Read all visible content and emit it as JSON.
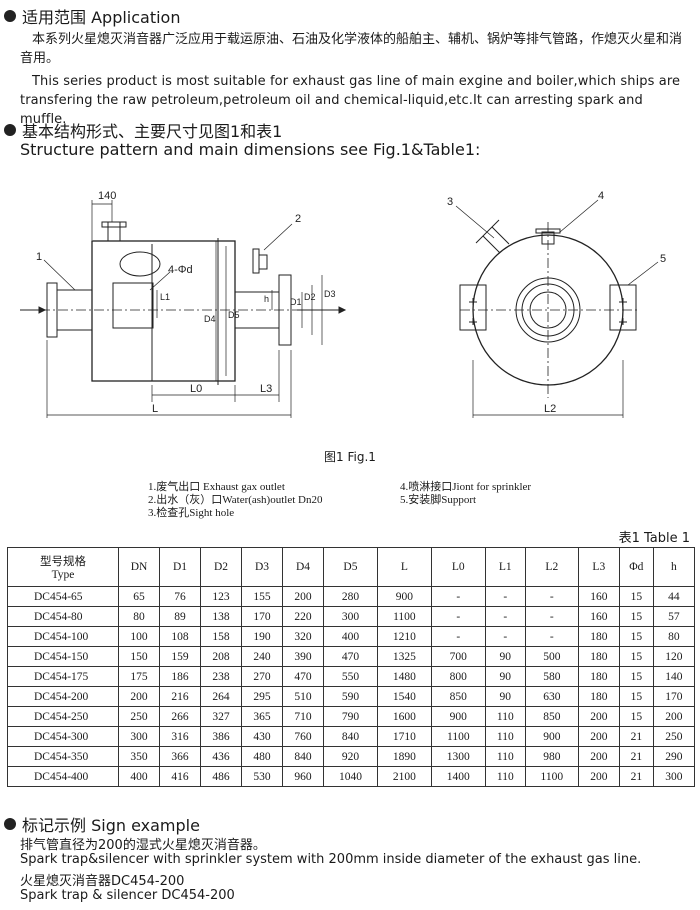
{
  "application": {
    "title": "适用范围 Application",
    "cn_text": "本系列火星熄灭消音器广泛应用于载运原油、石油及化学液体的船舶主、辅机、锅炉等排气管路，作熄灭火星和消音用。",
    "en_text": "This series product is most suitable for exhaust gas line of main exgine and boiler,which ships are transfering the raw petroleum,petroleum oil and chemical-liquid,etc.It can arresting spark and muffle."
  },
  "structure": {
    "title": "基本结构形式、主要尺寸见图1和表1",
    "subtitle_en": "Structure pattern and main dimensions see Fig.1&Table1:"
  },
  "figure": {
    "labels": {
      "dim_140": "140",
      "num1": "1",
      "num2": "2",
      "num3": "3",
      "num4": "4",
      "num5": "5",
      "holes": "4-Φd",
      "L1": "L1",
      "D4": "D4",
      "D5": "D5",
      "h": "h",
      "D1": "D1",
      "D2": "D2",
      "D3": "D3",
      "L0": "L0",
      "L3": "L3",
      "L": "L",
      "L2": "L2"
    },
    "caption": "图1 Fig.1",
    "legend": [
      "1.废气出口 Exhaust gax outlet",
      "2.出水（灰）口Water(ash)outlet Dn20",
      "3.检查孔Sight hole",
      "4.喷淋接口Jiont for sprinkler",
      "5.安装脚Support"
    ]
  },
  "table": {
    "title": "表1  Table 1",
    "header_cn": "型号规格",
    "header_en": "Type",
    "columns": [
      "DN",
      "D1",
      "D2",
      "D3",
      "D4",
      "D5",
      "L",
      "L0",
      "L1",
      "L2",
      "L3",
      "Φd",
      "h"
    ],
    "rows": [
      [
        "DC454-65",
        "65",
        "76",
        "123",
        "155",
        "200",
        "280",
        "900",
        "-",
        "-",
        "-",
        "160",
        "15",
        "44"
      ],
      [
        "DC454-80",
        "80",
        "89",
        "138",
        "170",
        "220",
        "300",
        "1100",
        "-",
        "-",
        "-",
        "160",
        "15",
        "57"
      ],
      [
        "DC454-100",
        "100",
        "108",
        "158",
        "190",
        "320",
        "400",
        "1210",
        "-",
        "-",
        "-",
        "180",
        "15",
        "80"
      ],
      [
        "DC454-150",
        "150",
        "159",
        "208",
        "240",
        "390",
        "470",
        "1325",
        "700",
        "90",
        "500",
        "180",
        "15",
        "120"
      ],
      [
        "DC454-175",
        "175",
        "186",
        "238",
        "270",
        "470",
        "550",
        "1480",
        "800",
        "90",
        "580",
        "180",
        "15",
        "140"
      ],
      [
        "DC454-200",
        "200",
        "216",
        "264",
        "295",
        "510",
        "590",
        "1540",
        "850",
        "90",
        "630",
        "180",
        "15",
        "170"
      ],
      [
        "DC454-250",
        "250",
        "266",
        "327",
        "365",
        "710",
        "790",
        "1600",
        "900",
        "110",
        "850",
        "200",
        "15",
        "200"
      ],
      [
        "DC454-300",
        "300",
        "316",
        "386",
        "430",
        "760",
        "840",
        "1710",
        "1100",
        "110",
        "900",
        "200",
        "21",
        "250"
      ],
      [
        "DC454-350",
        "350",
        "366",
        "436",
        "480",
        "840",
        "920",
        "1890",
        "1300",
        "110",
        "980",
        "200",
        "21",
        "290"
      ],
      [
        "DC454-400",
        "400",
        "416",
        "486",
        "530",
        "960",
        "1040",
        "2100",
        "1400",
        "110",
        "1100",
        "200",
        "21",
        "300"
      ]
    ]
  },
  "sign": {
    "title": "标记示例 Sign example",
    "lines": [
      "排气管直径为200的湿式火星熄灭消音器。",
      "Spark trap&silencer with sprinkler system with 200mm inside diameter of the exhaust gas line.",
      "火星熄灭消音器DC454-200",
      "Spark trap & silencer DC454-200"
    ]
  }
}
